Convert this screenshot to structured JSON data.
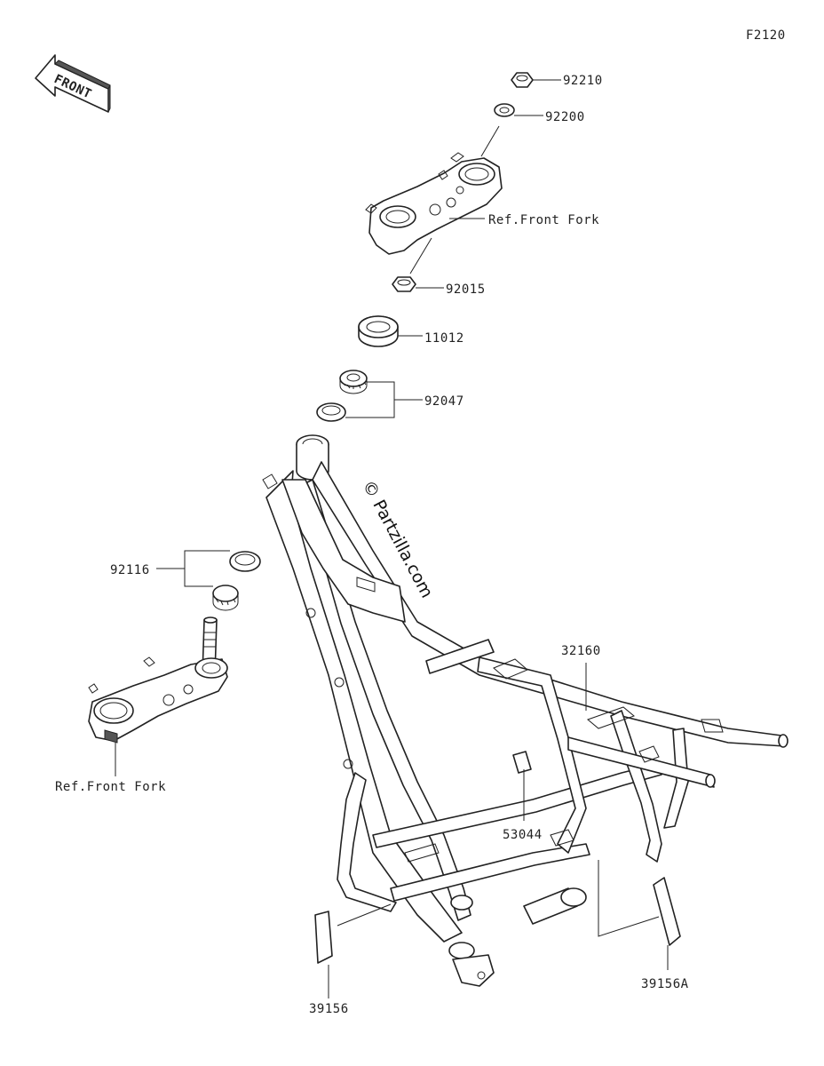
{
  "diagram_code": "F2120",
  "front_arrow": {
    "text": "FRONT"
  },
  "watermark": "© Partzilla.com",
  "callouts": [
    {
      "id": "nut-92210",
      "label": "92210"
    },
    {
      "id": "washer-92200",
      "label": "92200"
    },
    {
      "id": "upper-clamp-ref",
      "label": "Ref.Front Fork"
    },
    {
      "id": "nut-92015",
      "label": "92015"
    },
    {
      "id": "seal-11012",
      "label": "11012"
    },
    {
      "id": "bearing-92047",
      "label": "92047"
    },
    {
      "id": "bearing-92116",
      "label": "92116"
    },
    {
      "id": "lower-clamp-ref",
      "label": "Ref.Front Fork"
    },
    {
      "id": "frame-32160",
      "label": "32160"
    },
    {
      "id": "bracket-53044",
      "label": "53044"
    },
    {
      "id": "pad-39156",
      "label": "39156"
    },
    {
      "id": "pad-39156a",
      "label": "39156A"
    }
  ]
}
